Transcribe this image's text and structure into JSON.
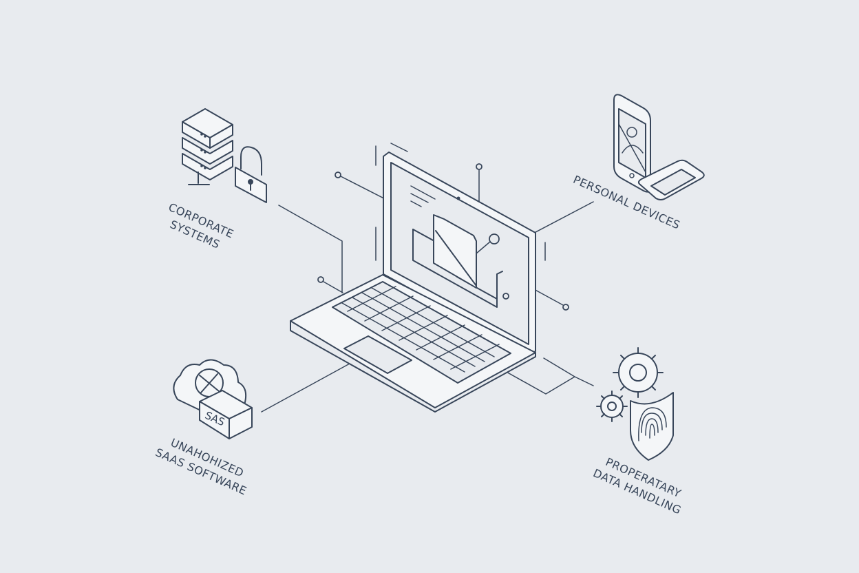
{
  "labels": {
    "corporate_line1": "CORPORATE",
    "corporate_line2": "SYSTEMS",
    "personal": "PERSONAL DEVICES",
    "saas_line1": "UNAHOHIZED",
    "saas_line2": "SAAS SOFTWARE",
    "data_line1": "PROPERATARY",
    "data_line2": "DATA HANDLING",
    "saas_badge": "SAS"
  },
  "colors": {
    "background": "#e8ebef",
    "stroke": "#38465a",
    "fill": "#f4f6f8"
  },
  "icons": [
    "server-stack-icon",
    "padlock-icon",
    "smartphone-icon",
    "phone-landscape-icon",
    "cloud-icon",
    "gear-icon",
    "shield-fingerprint-icon",
    "laptop-icon",
    "folder-icon"
  ]
}
